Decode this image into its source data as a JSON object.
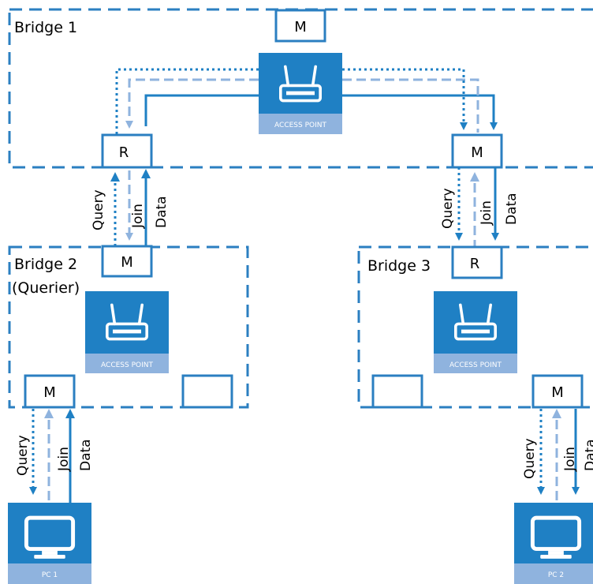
{
  "bridges": {
    "b1": {
      "label": "Bridge 1"
    },
    "b2": {
      "label": "Bridge 2",
      "sublabel": "(Querier)"
    },
    "b3": {
      "label": "Bridge 3"
    }
  },
  "ports": {
    "b1_top": "M",
    "b1_left": "R",
    "b1_right": "M",
    "b2_top": "M",
    "b2_bottom": "M",
    "b2_right": "",
    "b3_top": "R",
    "b3_left": "",
    "b3_bottom": "M"
  },
  "devices": {
    "ap1": "ACCESS POINT",
    "ap2": "ACCESS POINT",
    "ap3": "ACCESS POINT",
    "pc1": "PC 1",
    "pc2": "PC 2"
  },
  "flows": {
    "query": "Query",
    "join": "Join",
    "data": "Data"
  },
  "colors": {
    "blue": "#1f80c4",
    "light_blue": "#8fb3de",
    "dashed_border": "#2b7fc1"
  },
  "icons": {
    "access_point": "router-icon",
    "pc": "monitor-icon"
  }
}
